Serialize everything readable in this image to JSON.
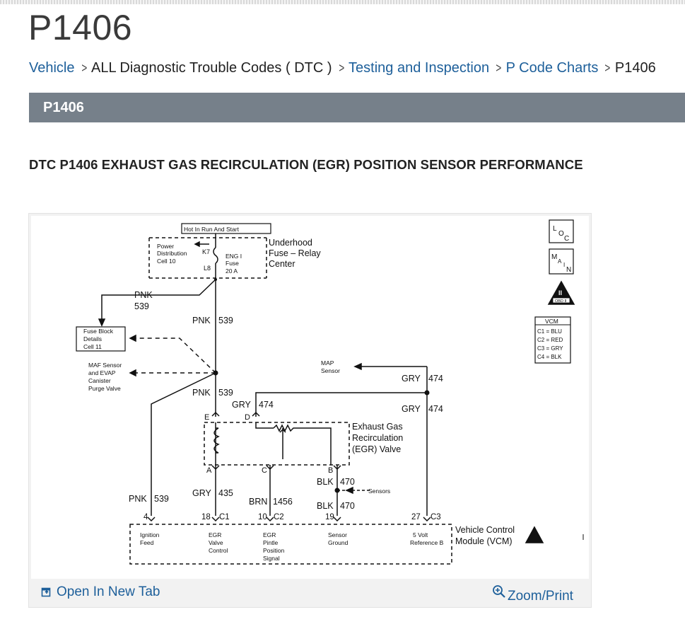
{
  "page": {
    "title": "P1406"
  },
  "breadcrumb": {
    "items": [
      {
        "label": "Vehicle",
        "link": true
      },
      {
        "label": "ALL Diagnostic Trouble Codes ( DTC )",
        "link": false
      },
      {
        "label": "Testing and Inspection",
        "link": true
      },
      {
        "label": "P Code Charts",
        "link": true
      },
      {
        "label": "P1406",
        "link": false
      }
    ]
  },
  "section": {
    "title": "P1406"
  },
  "dtc": {
    "heading": "DTC P1406 EXHAUST GAS RECIRCULATION (EGR) POSITION SENSOR PERFORMANCE"
  },
  "diagram": {
    "hot_label": "Hot In Run And Start",
    "underhood": [
      "Underhood",
      "Fuse – Relay",
      "Center"
    ],
    "power_dist": [
      "Power",
      "Distribution",
      "Cell 10"
    ],
    "k7": "K7",
    "l8": "L8",
    "fuse": [
      "ENG I",
      "Fuse",
      "20 A"
    ],
    "wire_pnk": "PNK",
    "circuit_539": "539",
    "fuse_block": [
      "Fuse Block",
      "Details",
      "Cell 11"
    ],
    "maf": [
      "MAF Sensor",
      "and EVAP",
      "Canister",
      "Purge Valve"
    ],
    "map": [
      "MAP",
      "Sensor"
    ],
    "wire_gry": "GRY",
    "circuit_474": "474",
    "wire_brn": "BRN",
    "circuit_1456": "1456",
    "wire_blk": "BLK",
    "circuit_470": "470",
    "circuit_435": "435",
    "egr": [
      "Exhaust Gas",
      "Recirculation",
      "(EGR) Valve"
    ],
    "pins": {
      "e": "E",
      "d": "D",
      "a": "A",
      "c": "C",
      "b": "B"
    },
    "sensors": "Sensors",
    "vcm_pins": {
      "p4": "4",
      "p18": "18",
      "c1": "C1",
      "p10": "10",
      "c2": "C2",
      "p19": "19",
      "p27": "27",
      "c3": "C3"
    },
    "vcm_inputs": {
      "ign": [
        "Ignition",
        "Feed"
      ],
      "egr_ctrl": [
        "EGR",
        "Valve",
        "Control"
      ],
      "pintle": [
        "EGR",
        "Pintle",
        "Position",
        "Signal"
      ],
      "ground": [
        "Sensor",
        "Ground"
      ],
      "ref": [
        "5 Volt",
        "Reference B"
      ]
    },
    "vcm_name": [
      "Vehicle Control",
      "Module (VCM)"
    ],
    "loc": {
      "l": "L",
      "o": "O",
      "c": "C"
    },
    "main": {
      "m": "M",
      "a": "A",
      "i": "I",
      "n": "N"
    },
    "obd": "OBD II",
    "obd_num": "II",
    "legend": {
      "title": "VCM",
      "rows": [
        "C1 = BLU",
        "C2 = RED",
        "C3 = GRY",
        "C4 = BLK"
      ]
    }
  },
  "footer": {
    "open_tab": "Open In New Tab",
    "zoom_print": "Zoom/Print"
  },
  "colors": {
    "link": "#1d5f9a",
    "section_bar": "#76808a"
  }
}
